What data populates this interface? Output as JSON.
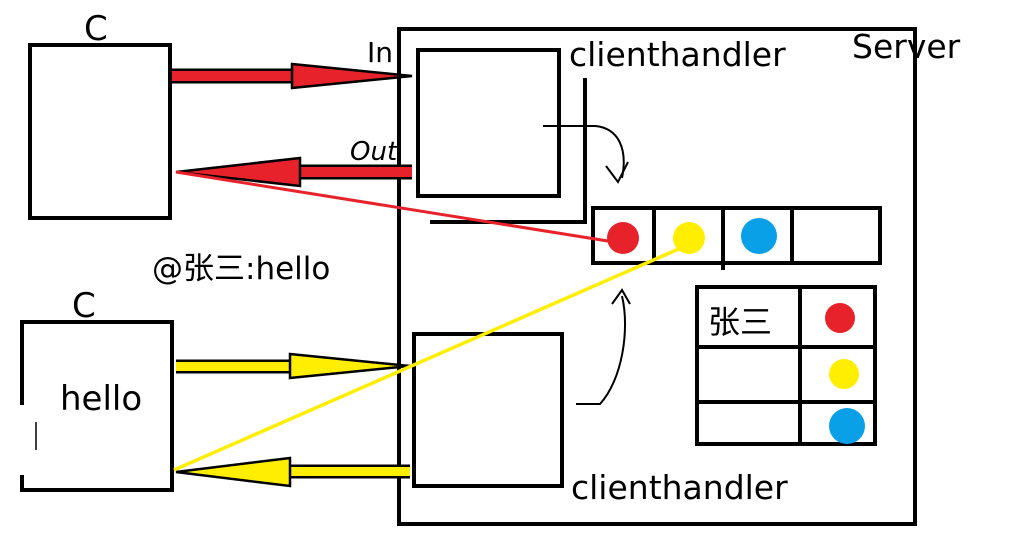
{
  "labels": {
    "client_top": "C",
    "client_bottom": "C",
    "in": "In",
    "out": "Out",
    "handler_top": "clienthandler",
    "handler_bottom": "clienthandler",
    "server": "Server",
    "message": "@张三:hello",
    "client_bottom_text": "hello",
    "map_name": "张三"
  },
  "colors": {
    "red": "#e8222b",
    "yellow": "#ffee00",
    "blue": "#0aa0e8",
    "ink": "#000000"
  }
}
